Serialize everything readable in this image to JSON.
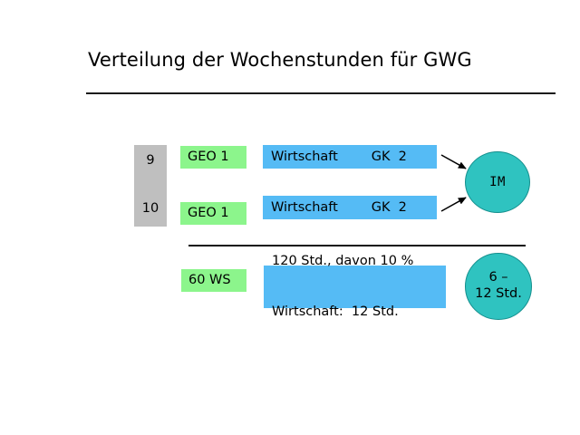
{
  "slide": {
    "title": "Verteilung der Wochenstunden für GWG",
    "background_color": "#ffffff"
  },
  "colors": {
    "green": "#8cf58c",
    "blue": "#55bbf5",
    "gray": "#bfbfbf",
    "teal": "#2fc3c0",
    "teal_border": "#148f8d",
    "rule": "#1b1b1b",
    "text": "#000000"
  },
  "grade_column": {
    "top_label": "9",
    "bottom_label": "10"
  },
  "rows": [
    {
      "subject_label": "GEO 1",
      "course_label": "Wirtschaft        GK  2"
    },
    {
      "subject_label": "GEO 1",
      "course_label": "Wirtschaft        GK  2"
    }
  ],
  "target_circle": {
    "label": "IM"
  },
  "summary_row": {
    "hours_label": "60 WS",
    "detail_line_1": "120 Std., davon 10 %",
    "detail_line_2": "Wirtschaft:  12 Std.",
    "circle_line_1": "6 –",
    "circle_line_2": "12 Std."
  },
  "arrows": [
    {
      "name": "arrow-row1-to-im",
      "from": "wirtschaft-box-row-1",
      "to": "im-circle",
      "direction": "down-right"
    },
    {
      "name": "arrow-row2-to-im",
      "from": "wirtschaft-box-row-2",
      "to": "im-circle",
      "direction": "up-right"
    }
  ]
}
